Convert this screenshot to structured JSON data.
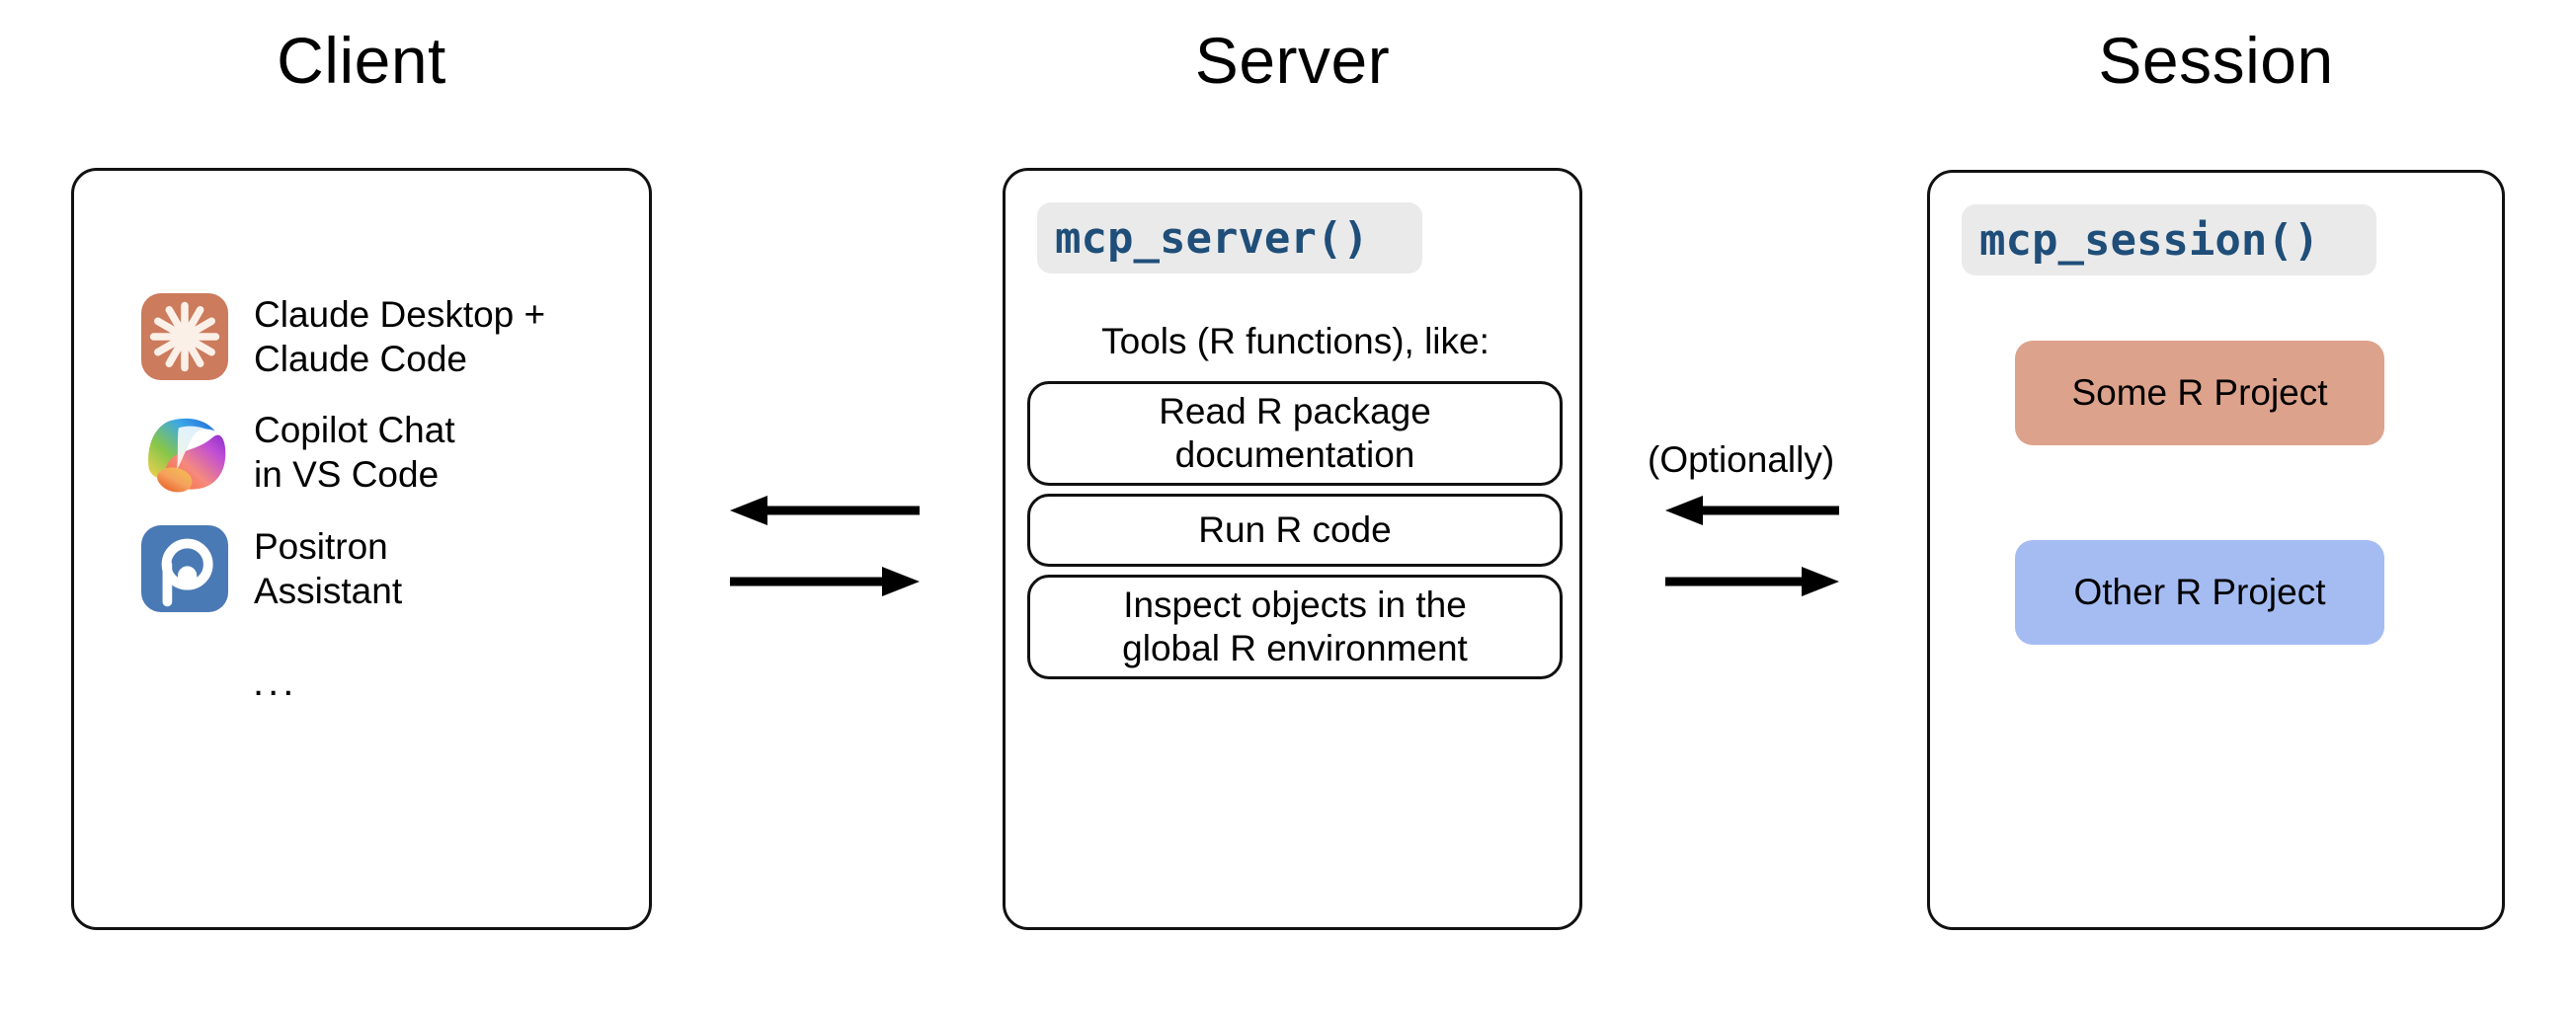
{
  "columns": {
    "client_title": "Client",
    "server_title": "Server",
    "session_title": "Session"
  },
  "client": {
    "items": [
      {
        "icon": "claude-icon",
        "label": "Claude Desktop +\nClaude Code"
      },
      {
        "icon": "copilot-icon",
        "label": "Copilot Chat\nin VS Code"
      },
      {
        "icon": "positron-icon",
        "label": "Positron\nAssistant"
      }
    ],
    "more": "..."
  },
  "server": {
    "chip": "mcp_server()",
    "caption": "Tools (R functions), like:",
    "tools": [
      "Read R package\ndocumentation",
      "Run R code",
      "Inspect objects in the\nglobal R environment"
    ]
  },
  "session": {
    "chip": "mcp_session()",
    "projects": [
      {
        "label": "Some R Project",
        "color": "#dda28c"
      },
      {
        "label": "Other R Project",
        "color": "#a5bcf2"
      }
    ]
  },
  "connectors": {
    "client_server": {
      "top_direction": "left",
      "bottom_direction": "right"
    },
    "server_session": {
      "label": "(Optionally)",
      "top_direction": "left",
      "bottom_direction": "right"
    }
  },
  "colors": {
    "claude_bg": "#cc7b5c",
    "claude_mark": "#fbf0e8",
    "positron_bg": "#4a7ab5",
    "positron_mark": "#ffffff",
    "code_text": "#1f4e79",
    "code_bg": "#eaeaea",
    "outline": "#111111",
    "background": "#ffffff"
  }
}
